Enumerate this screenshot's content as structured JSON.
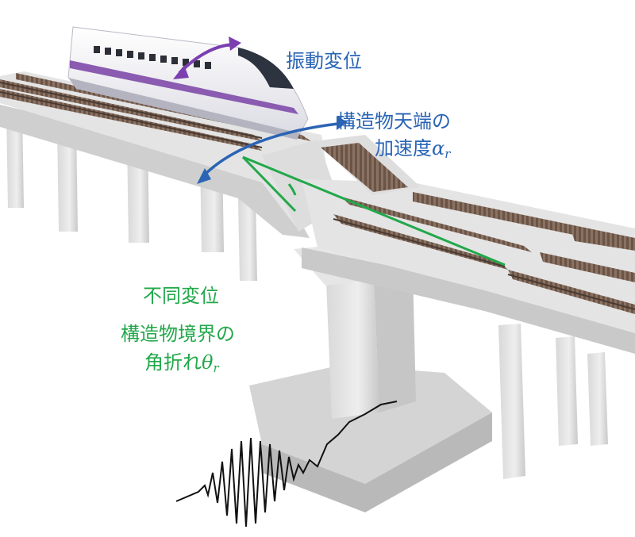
{
  "labels": {
    "vibration": "振動変位",
    "accel_line1": "構造物天端の",
    "accel_line2": "加速度",
    "accel_symbol": "α",
    "accel_sub": "r",
    "differential": "不同変位",
    "angle_line1": "構造物境界の",
    "angle_line2": "角折れ",
    "angle_symbol": "θ",
    "angle_sub": "r"
  },
  "colors": {
    "purple_arrow": "#7b3fb0",
    "blue": "#2a64b4",
    "green": "#22a84a",
    "concrete": "#e3e3e3",
    "concrete_shade": "#c4c4c4",
    "rail": "#5a4438"
  },
  "icons": [
    "train-image",
    "viaduct-image",
    "seismic-wave-icon"
  ]
}
